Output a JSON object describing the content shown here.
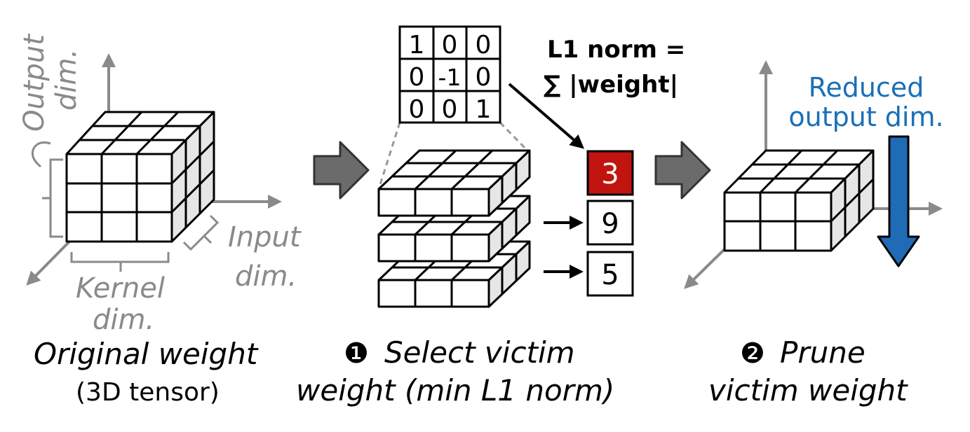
{
  "original": {
    "axis_output_line1": "Output",
    "axis_output_line2": "dim.",
    "axis_input_line1": "Input",
    "axis_input_line2": "dim.",
    "axis_kernel_line1": "Kernel",
    "axis_kernel_line2": "dim.",
    "caption_line1": "Original weight",
    "caption_line2": "(3D tensor)"
  },
  "select": {
    "matrix": [
      [
        "1",
        "0",
        "0"
      ],
      [
        "0",
        "-1",
        "0"
      ],
      [
        "0",
        "0",
        "1"
      ]
    ],
    "l1_line1": "L1 norm =",
    "l1_line2": "∑ |weight|",
    "norms": [
      "3",
      "9",
      "5"
    ],
    "caption_marker": "❶",
    "caption_line1": "Select victim",
    "caption_line2": "weight (min L1 norm)"
  },
  "prune": {
    "reduced_line1": "Reduced",
    "reduced_line2": "output dim.",
    "caption_marker": "❷",
    "caption_line1": "Prune",
    "caption_line2": "victim weight"
  },
  "colors": {
    "victim_fill": "#c0150f",
    "reduced_arrow": "#1f6bb5",
    "axis_gray": "#8a8a8a",
    "step_arrow": "#6b6b6b",
    "cube_side": "#e6e6e6"
  }
}
